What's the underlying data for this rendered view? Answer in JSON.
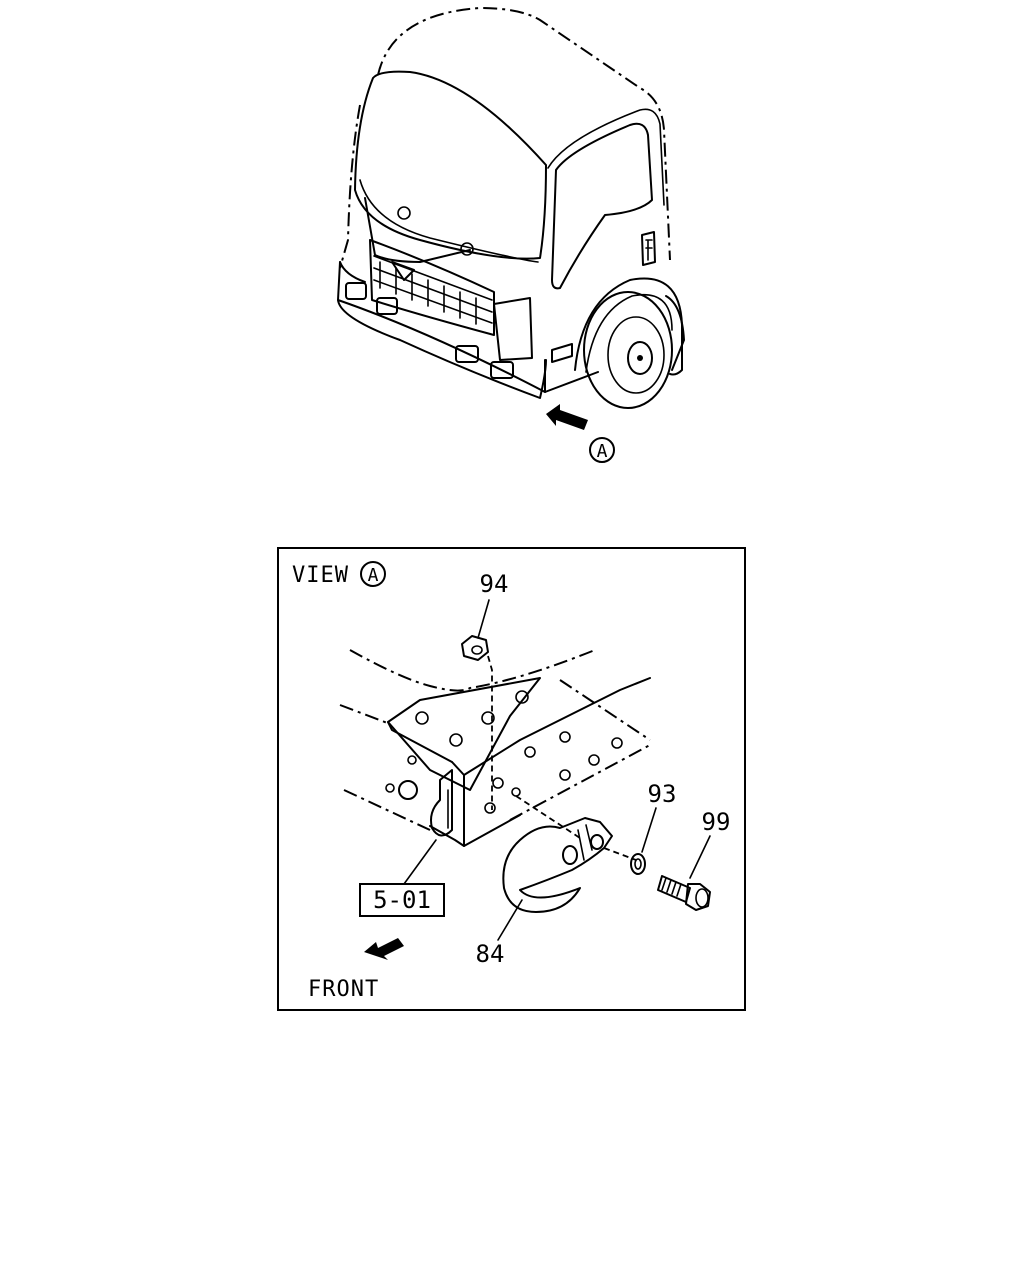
{
  "top_view": {
    "view_marker": "A"
  },
  "detail_view": {
    "title_prefix": "VIEW",
    "title_marker": "A",
    "direction_label": "FRONT",
    "reference_box": "5-01",
    "callouts": [
      {
        "id": "nut",
        "label": "94"
      },
      {
        "id": "washer",
        "label": "93"
      },
      {
        "id": "bolt",
        "label": "99"
      },
      {
        "id": "tow-hook",
        "label": "84"
      }
    ]
  }
}
